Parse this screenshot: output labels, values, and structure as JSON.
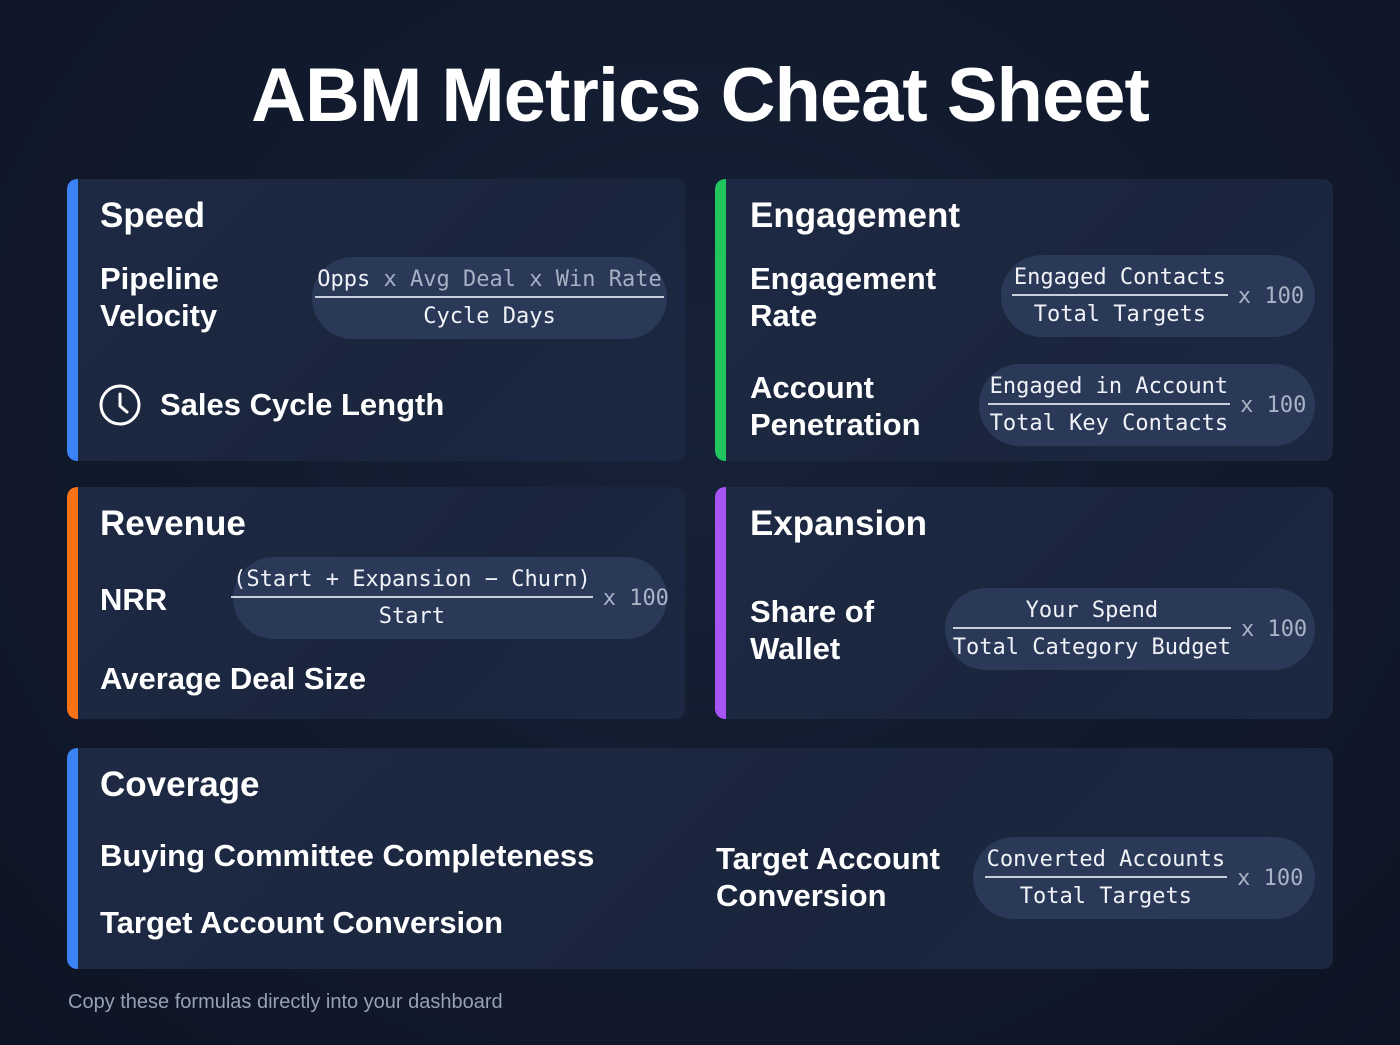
{
  "title": "ABM Metrics Cheat Sheet",
  "colors": {
    "speed": "#3b82f6",
    "engagement": "#22c55e",
    "revenue": "#f97316",
    "expansion": "#a855f7",
    "coverage": "#3b82f6"
  },
  "speed": {
    "title": "Speed",
    "pipeline_velocity": {
      "label_line1": "Pipeline",
      "label_line2": "Velocity",
      "numerator_parts": [
        "Opps",
        " x ",
        "Avg Deal",
        " x ",
        "Win Rate"
      ],
      "denominator": "Cycle Days"
    },
    "sales_cycle": {
      "icon": "clock-icon",
      "label": "Sales Cycle Length"
    }
  },
  "engagement": {
    "title": "Engagement",
    "engagement_rate": {
      "label_line1": "Engagement",
      "label_line2": "Rate",
      "numerator": "Engaged Contacts",
      "denominator": "Total Targets",
      "multiplier": "x 100"
    },
    "account_penetration": {
      "label_line1": "Account",
      "label_line2": "Penetration",
      "numerator": "Engaged in Account",
      "denominator": "Total Key Contacts",
      "multiplier": "x 100"
    }
  },
  "revenue": {
    "title": "Revenue",
    "nrr": {
      "label": "NRR",
      "numerator": "(Start + Expansion − Churn)",
      "denominator": "Start",
      "multiplier": "x 100"
    },
    "average_deal_size": {
      "label": "Average Deal Size"
    }
  },
  "expansion": {
    "title": "Expansion",
    "share_of_wallet": {
      "label_line1": "Share of",
      "label_line2": "Wallet",
      "numerator": "Your Spend",
      "denominator": "Total Category Budget",
      "multiplier": "x 100"
    }
  },
  "coverage": {
    "title": "Coverage",
    "items": [
      "Buying Committee Completeness",
      "Target Account Conversion"
    ],
    "target_account_conversion": {
      "label_line1": "Target Account",
      "label_line2": "Conversion",
      "numerator": "Converted Accounts",
      "denominator": "Total Targets",
      "multiplier": "x 100"
    }
  },
  "footer": "Copy these formulas directly into your dashboard"
}
